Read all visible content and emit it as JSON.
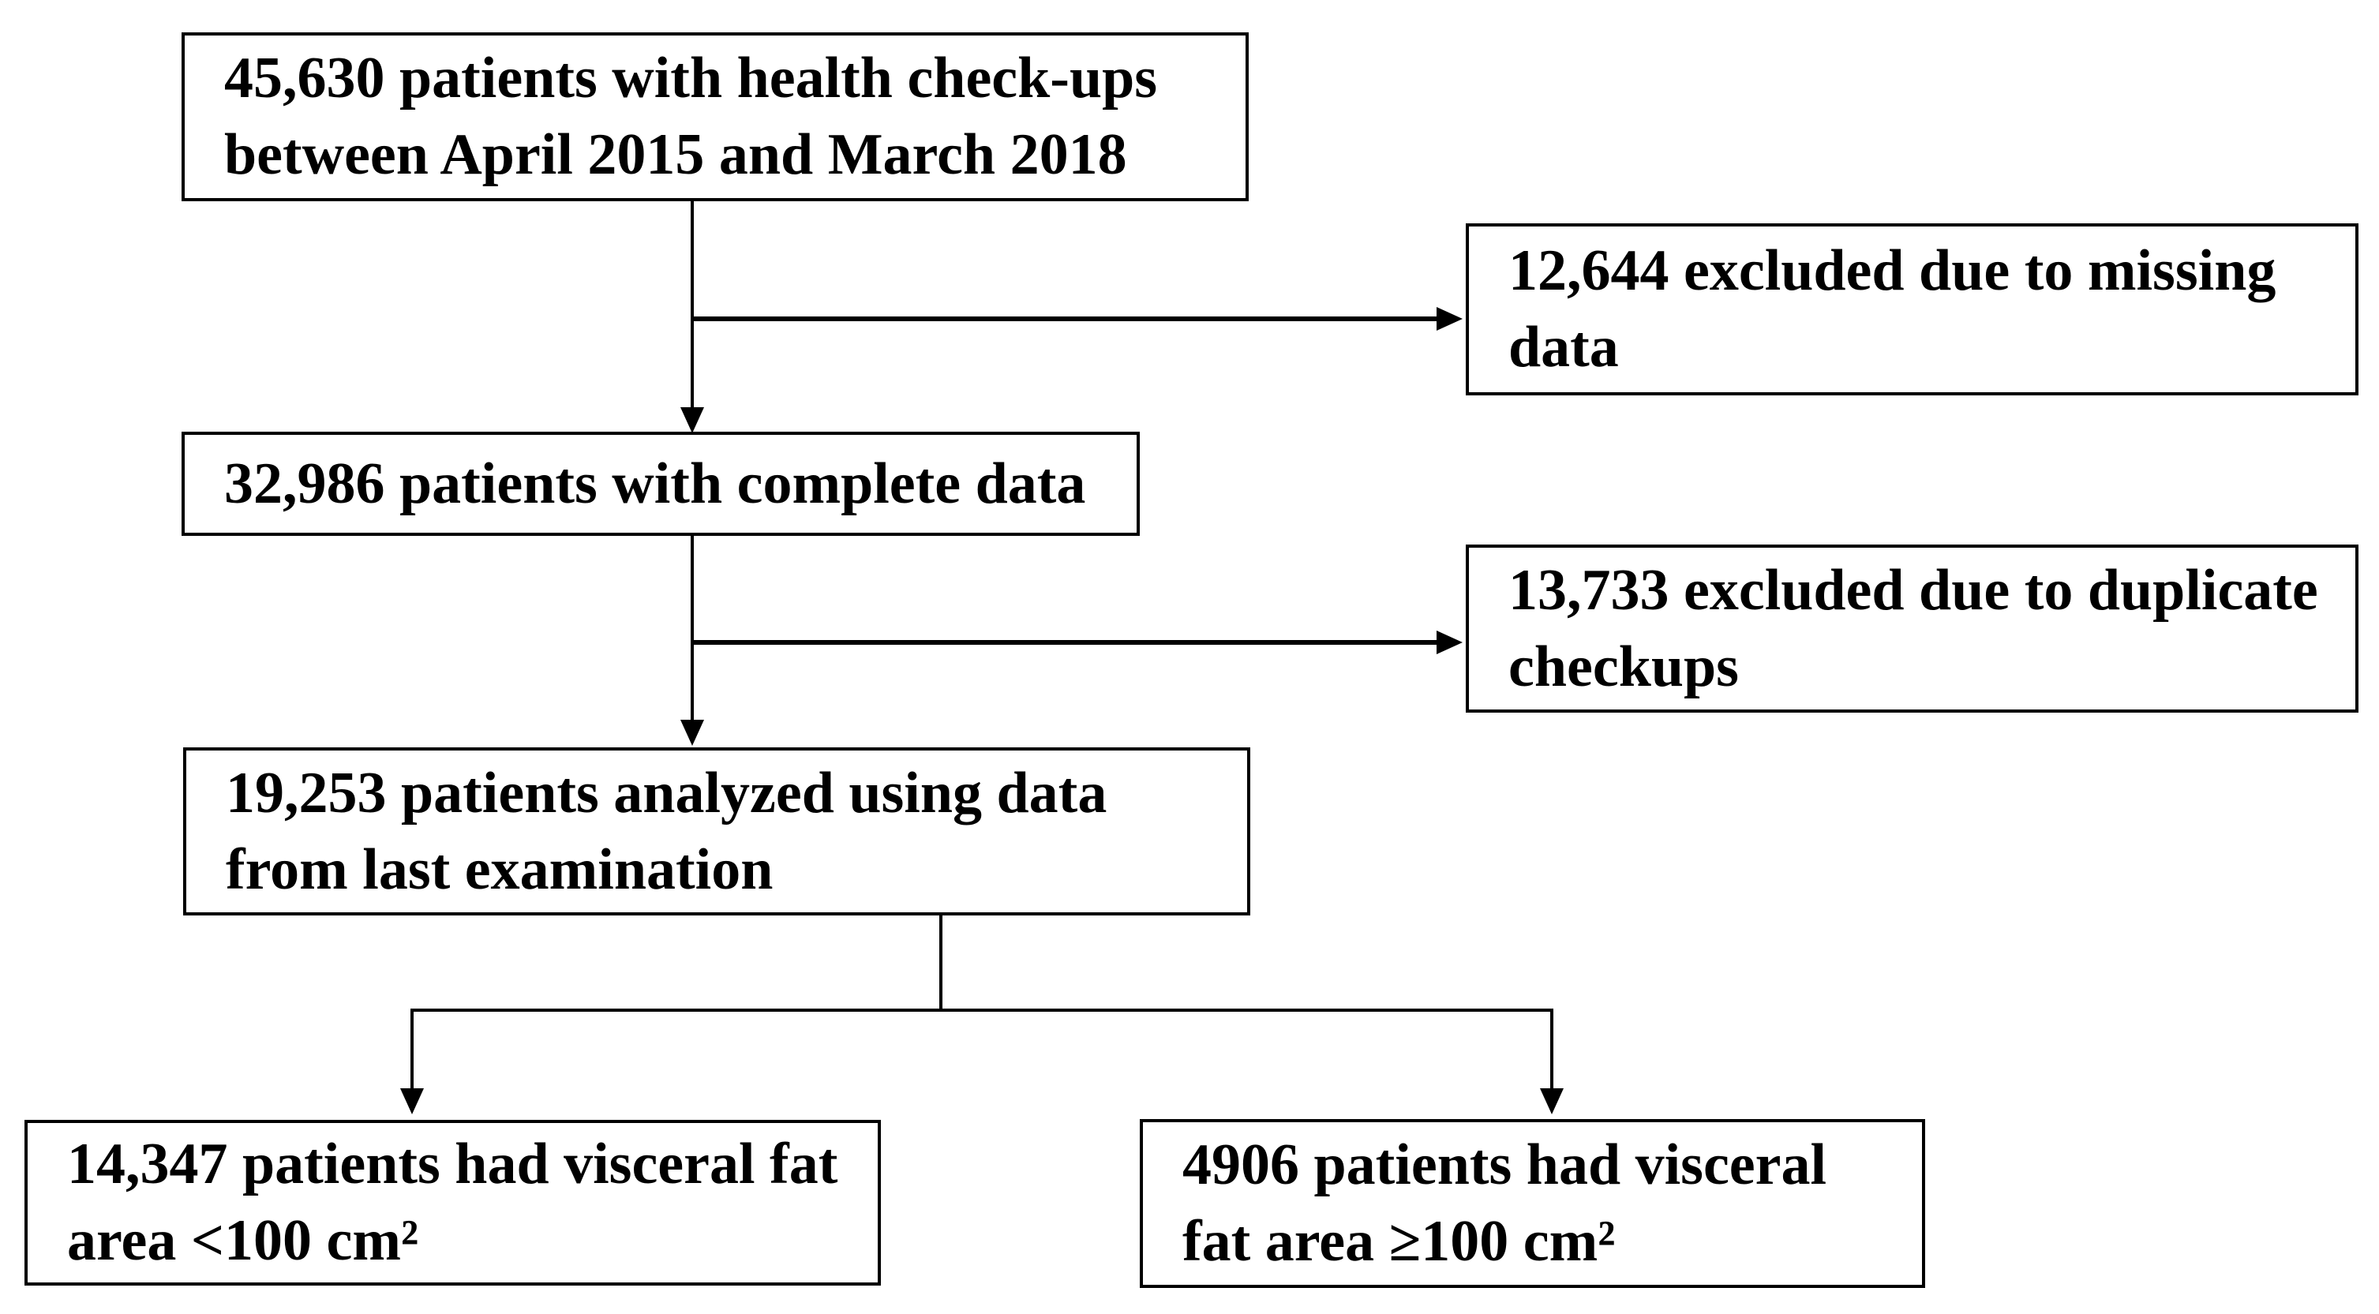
{
  "diagram": {
    "type": "patient-flow-chart",
    "boxes": [
      {
        "id": "total-checkups",
        "lines": [
          "45,630 patients with health check-ups",
          "between April 2015 and March 2018"
        ]
      },
      {
        "id": "excluded-missing-data",
        "lines": [
          "12,644 excluded due to missing",
          "data"
        ]
      },
      {
        "id": "complete-data",
        "lines": [
          "32,986 patients with complete data"
        ]
      },
      {
        "id": "excluded-duplicate-checkups",
        "lines": [
          "13,733 excluded due to duplicate",
          "checkups"
        ]
      },
      {
        "id": "analyzed-last-examination",
        "lines": [
          "19,253 patients analyzed using data",
          "from last examination"
        ]
      },
      {
        "id": "visceral-fat-under-100",
        "lines": [
          "14,347 patients had visceral fat",
          "area <100 cm²"
        ]
      },
      {
        "id": "visceral-fat-100-or-more",
        "lines": [
          "4906 patients had visceral",
          "fat area ≥100 cm²"
        ]
      }
    ],
    "colors": {
      "ink": "#000000",
      "box_bg": "#ffffff",
      "page_bg": "#ffffff"
    }
  }
}
